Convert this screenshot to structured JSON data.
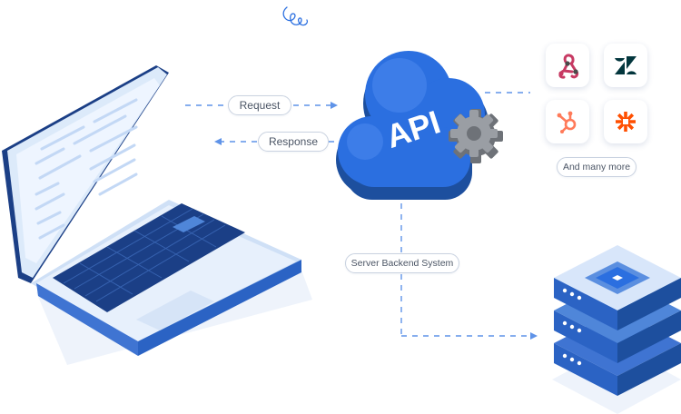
{
  "labels": {
    "request": "Request",
    "response": "Response",
    "api": "API",
    "backend": "Server Backend System",
    "more": "And many more"
  },
  "integrations": [
    {
      "name": "webhooks-icon",
      "color": "#c73a63"
    },
    {
      "name": "zendesk-icon",
      "color": "#03363d"
    },
    {
      "name": "hubspot-icon",
      "color": "#ff7a59"
    },
    {
      "name": "zapier-icon",
      "color": "#ff4f00"
    }
  ],
  "colors": {
    "primary": "#2b6fe0",
    "primary_dark": "#1d4f9e",
    "laptop_body": "#dfeafa",
    "laptop_navy": "#1b3f86",
    "connector": "#5f93e8",
    "gear": "#8e9298"
  }
}
